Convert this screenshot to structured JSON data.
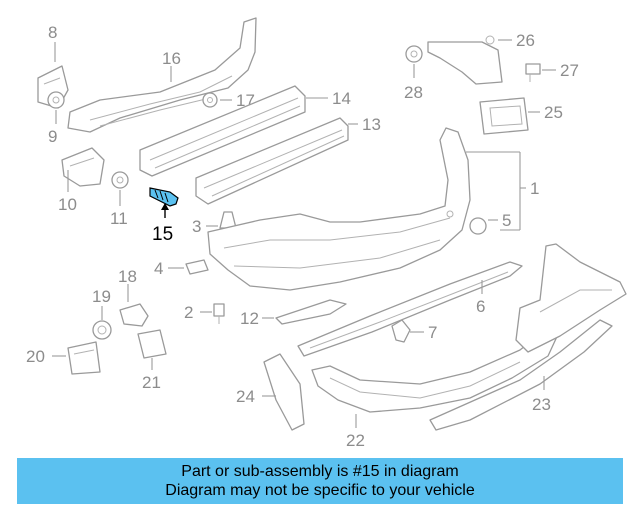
{
  "banner": {
    "line1": "Part or sub-assembly is #15 in diagram",
    "line2": "Diagram may not be specific to your vehicle"
  },
  "callouts": {
    "c1": "1",
    "c2": "2",
    "c3": "3",
    "c4": "4",
    "c5": "5",
    "c6": "6",
    "c7": "7",
    "c8": "8",
    "c9": "9",
    "c10": "10",
    "c11": "11",
    "c12": "12",
    "c13": "13",
    "c14": "14",
    "c15": "15",
    "c16": "16",
    "c17": "17",
    "c18": "18",
    "c19": "19",
    "c20": "20",
    "c21": "21",
    "c22": "22",
    "c23": "23",
    "c24": "24",
    "c25": "25",
    "c26": "26",
    "c27": "27",
    "c28": "28"
  },
  "colors": {
    "highlight_part": "#5bc1f0",
    "banner": "#5bc1f0",
    "line_art": "#9a9a9a"
  }
}
